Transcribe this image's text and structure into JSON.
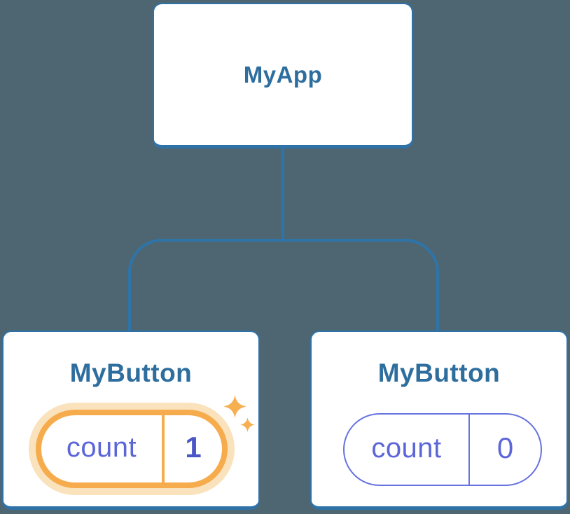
{
  "diagram": {
    "description": "React component tree diagram",
    "tree": {
      "root": {
        "label": "MyApp"
      },
      "children": [
        {
          "label": "MyButton",
          "state": {
            "label": "count",
            "value": "1"
          },
          "highlighted": true,
          "icon": "sparkles-icon"
        },
        {
          "label": "MyButton",
          "state": {
            "label": "count",
            "value": "0"
          },
          "highlighted": false
        }
      ]
    },
    "colors": {
      "background": "#4E6672",
      "card_background": "#FFFFFF",
      "card_border": "#2F72A8",
      "title_text": "#2E6E9E",
      "connector_line": "#2E74A8",
      "state_text": "#5C66D8",
      "state_value_highlight_text": "#4A55C8",
      "state_pill_border": "#6673E0",
      "highlight_ring": "#F6AC4D",
      "highlight_halo": "#FAE2BC",
      "sparkle": "#F6B052"
    }
  }
}
